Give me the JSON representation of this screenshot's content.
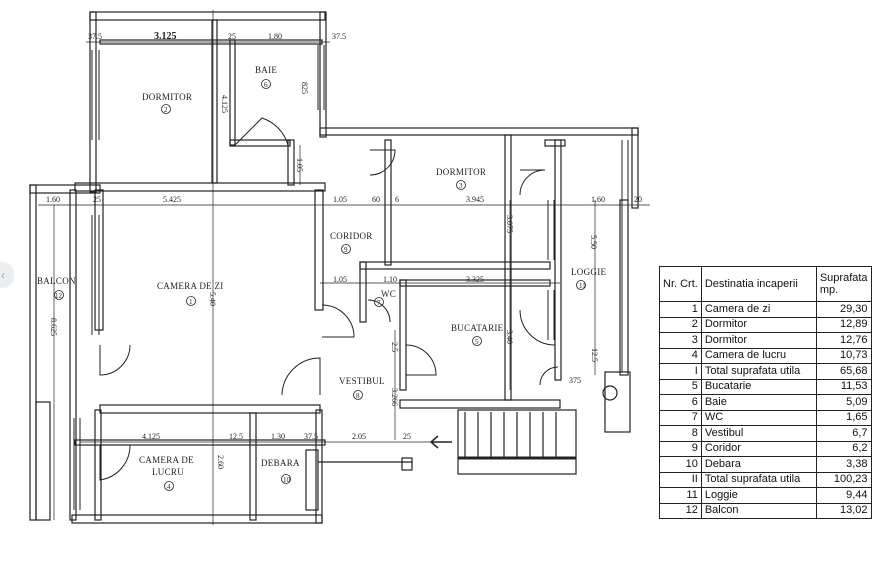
{
  "rooms": {
    "dormitor_2": "DORMITOR",
    "dormitor_2_num": "2",
    "baie": "BAIE",
    "baie_num": "6",
    "dormitor_3": "DORMITOR",
    "dormitor_3_num": "3",
    "coridor": "CORIDOR",
    "coridor_num": "9",
    "camera_zi": "CAMERA DE ZI",
    "camera_zi_num": "1",
    "balcon": "BALCON",
    "balcon_num": "12",
    "loggie": "LOGGIE",
    "loggie_num": "11",
    "wc": "WC",
    "wc_num": "7",
    "bucatarie": "BUCATARIE",
    "bucatarie_num": "5",
    "vestibul": "VESTIBUL",
    "vestibul_num": "8",
    "camera_lucru_1": "CAMERA DE",
    "camera_lucru_2": "LUCRU",
    "camera_lucru_num": "4",
    "debara": "DEBARA",
    "debara_num": "10"
  },
  "dimensions": {
    "d3125": "3.125",
    "d375a": "37.5",
    "d25a": "25",
    "d180": "1.80",
    "d375b": "37.5",
    "d825": "825",
    "d4125v": "4.125",
    "d105v": "1.05",
    "d160l": "1.60",
    "d25b": "25",
    "d5425": "5.425",
    "d105h": "1.05",
    "d60": "60",
    "d6": "6",
    "d3945": "3.945",
    "d160r": "1.60",
    "d20": "20",
    "d3075": "3.075",
    "d550": "5.50",
    "d540": "5.40",
    "d8625": "8.625",
    "d105b": "1.05",
    "d110": "1.10",
    "d3325": "3.325",
    "d340": "3.40",
    "d125r": "12.5",
    "d25c": "2.5",
    "d3266": "3.266",
    "d375c": "375",
    "d4125h": "4.125",
    "d125b": "12.5",
    "d130": "1.30",
    "d375d": "37.5",
    "d205": "2.05",
    "d25d": "25",
    "d260": "2.60"
  },
  "table": {
    "header": {
      "nr": "Nr. Crt.",
      "dest": "Destinatia incaperii",
      "sup": "Suprafata mp."
    },
    "rows": [
      {
        "nr": "1",
        "name": "Camera de zi",
        "area": "29,30"
      },
      {
        "nr": "2",
        "name": "Dormitor",
        "area": "12,89"
      },
      {
        "nr": "3",
        "name": "Dormitor",
        "area": "12,76"
      },
      {
        "nr": "4",
        "name": "Camera de lucru",
        "area": "10,73"
      },
      {
        "nr": "I",
        "name": "Total suprafata utila",
        "area": "65,68"
      },
      {
        "nr": "5",
        "name": "Bucatarie",
        "area": "11,53"
      },
      {
        "nr": "6",
        "name": "Baie",
        "area": "5,09"
      },
      {
        "nr": "7",
        "name": "WC",
        "area": "1,65"
      },
      {
        "nr": "8",
        "name": "Vestibul",
        "area": "6,7"
      },
      {
        "nr": "9",
        "name": "Coridor",
        "area": "6,2"
      },
      {
        "nr": "10",
        "name": "Debara",
        "area": "3,38"
      },
      {
        "nr": "II",
        "name": "Total suprafata utila",
        "area": "100,23"
      },
      {
        "nr": "11",
        "name": "Loggie",
        "area": "9,44"
      },
      {
        "nr": "12",
        "name": "Balcon",
        "area": "13,02"
      }
    ]
  },
  "icons": {
    "scroll_nub": "chevron-left-icon"
  },
  "colors": {
    "ink": "#222222",
    "paper": "#ffffff"
  }
}
